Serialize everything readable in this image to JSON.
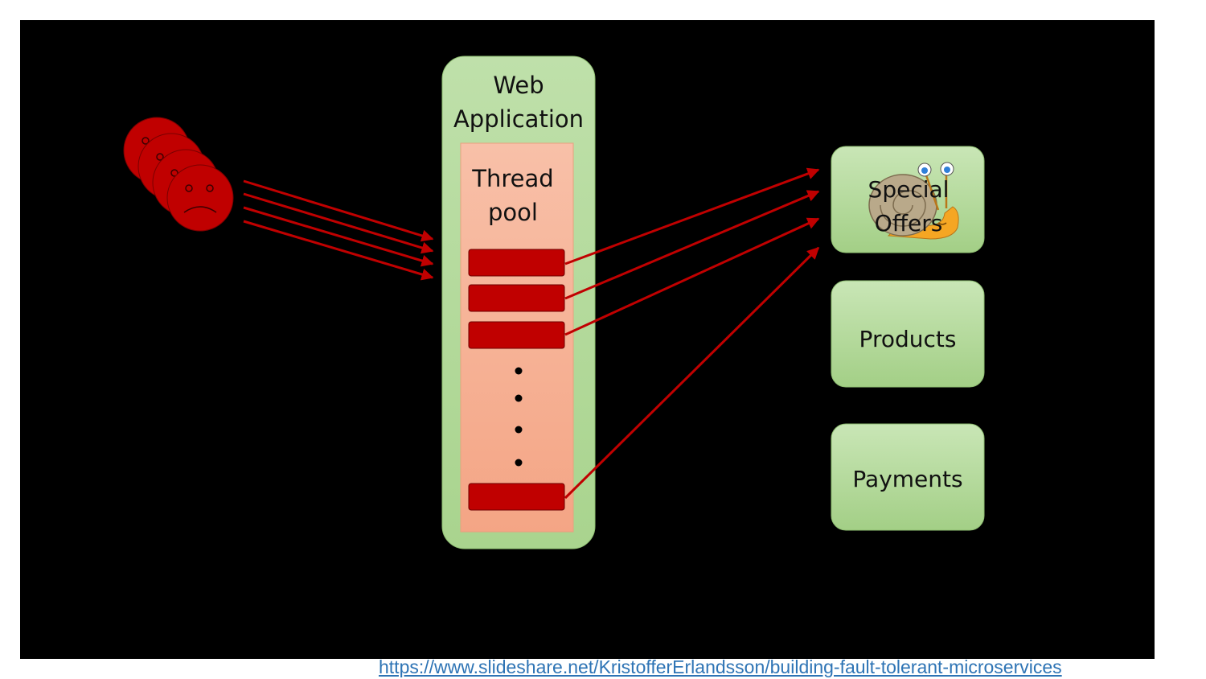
{
  "diagram": {
    "web_app": {
      "title_line1": "Web",
      "title_line2": "Application"
    },
    "thread_pool": {
      "label_line1": "Thread",
      "label_line2": "pool"
    },
    "services": {
      "special_offers": {
        "line1": "Special",
        "line2": "Offers"
      },
      "products": "Products",
      "payments": "Payments"
    },
    "icons": {
      "users": "sad-face-icon",
      "slow_service": "snail-icon"
    },
    "colors": {
      "background": "#000000",
      "container_green": "#b5d9a0",
      "thread_pool_fill": "#f7b096",
      "thread_red": "#c00000",
      "arrow_red": "#c00000",
      "face_red": "#c00000",
      "link_blue": "#2e74b5"
    }
  },
  "source_link": "https://www.slideshare.net/KristofferErlandsson/building-fault-tolerant-microservices"
}
